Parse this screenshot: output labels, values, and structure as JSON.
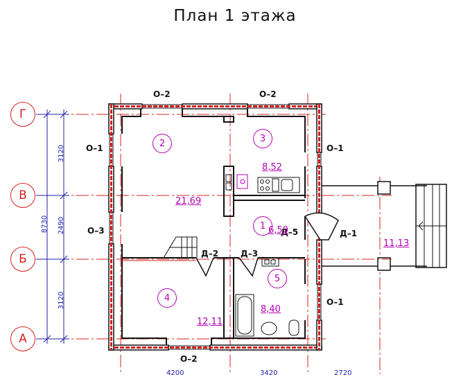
{
  "title": "План 1 этажа",
  "axes": {
    "rows": [
      {
        "id": "G",
        "label": "Г"
      },
      {
        "id": "V",
        "label": "В"
      },
      {
        "id": "B",
        "label": "Б"
      },
      {
        "id": "A",
        "label": "А"
      }
    ]
  },
  "dimensions": {
    "vertical_total": "8730",
    "vertical_segments": [
      "3120",
      "2490",
      "3120"
    ],
    "horizontal_segments": [
      "4200",
      "3420",
      "2720"
    ]
  },
  "windows": {
    "top_left": "О–2",
    "top_right": "О–2",
    "left_upper": "О–1",
    "left_lower": "О–3",
    "right_upper": "О–1",
    "right_lower": "О–1",
    "bottom": "О–2"
  },
  "doors": {
    "d1": "Д–1",
    "d2": "Д–2",
    "d3": "Д–3",
    "d5": "Д–5"
  },
  "rooms": [
    {
      "number": "1",
      "area": "6,50"
    },
    {
      "number": "2",
      "area": "21,69"
    },
    {
      "number": "3",
      "area": "8,52"
    },
    {
      "number": "4",
      "area": "12,11"
    },
    {
      "number": "5",
      "area": "8,40"
    }
  ],
  "terrace": {
    "area": "11,13"
  },
  "colors": {
    "wall_outline": "#111111",
    "wall_hatch": "#d42020",
    "axis_line": "#d42020",
    "dimension": "#2222aa",
    "room_label": "#b400b4"
  }
}
